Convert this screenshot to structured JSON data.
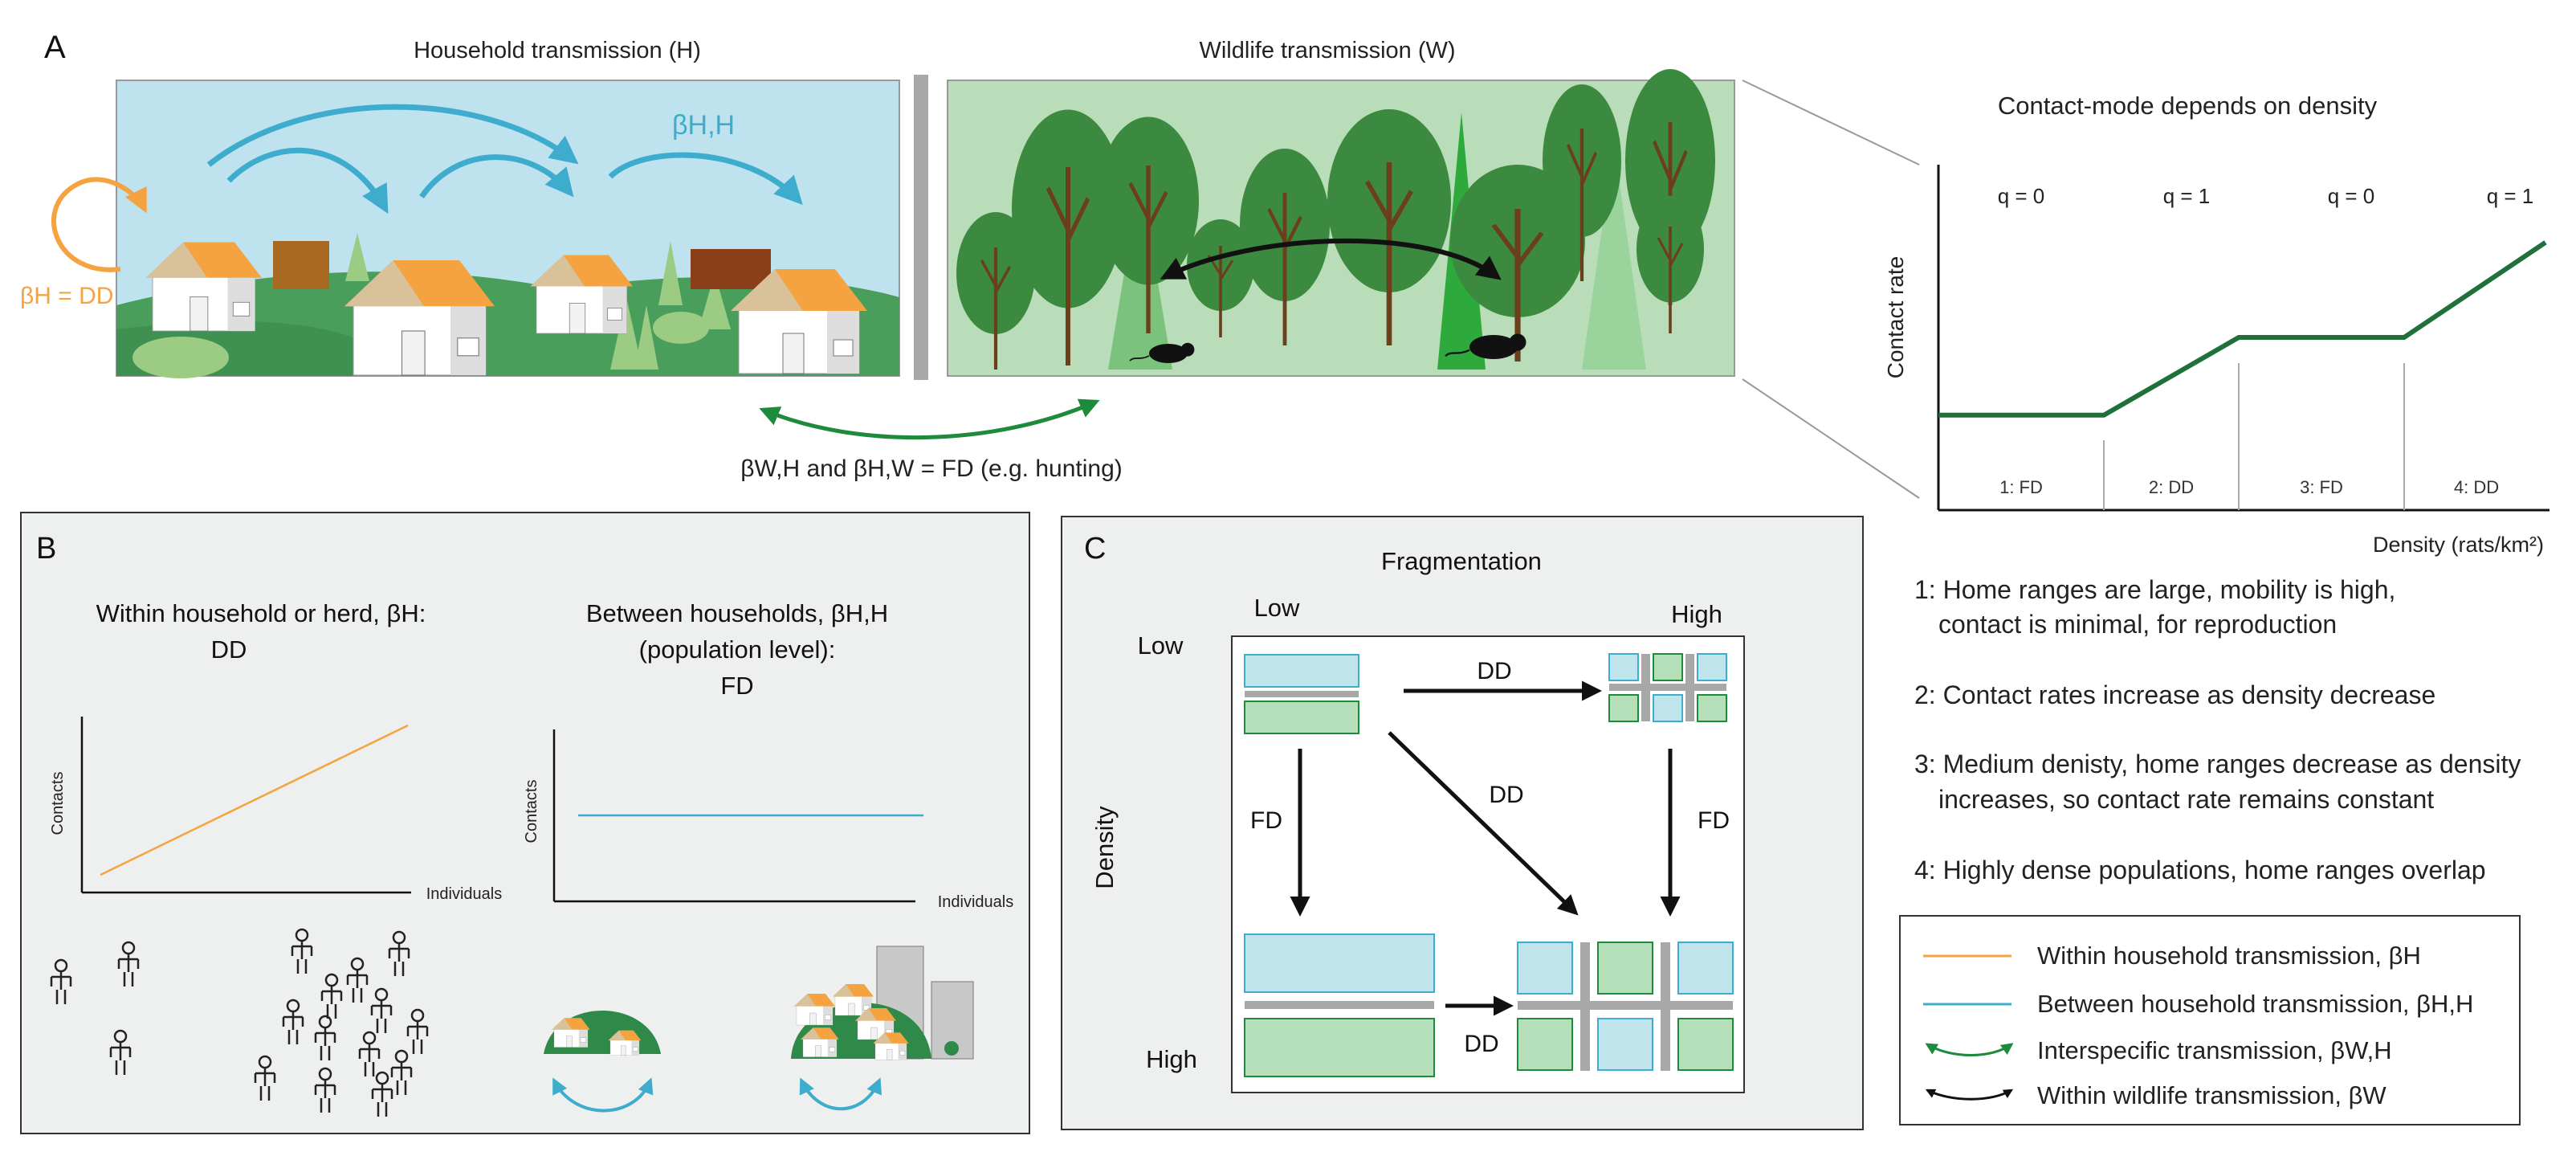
{
  "colors": {
    "orange": "#f4a340",
    "blue": "#3eaccc",
    "green": "#1e8a3c",
    "dark_green": "#20703a",
    "panel_bg": "#eef0ef",
    "sky": "#bfe3ee",
    "forest_bg": "#b9ddb8",
    "light_blue_fill": "#bfe4ec",
    "light_green_fill": "#b5dfb9"
  },
  "panel_a": {
    "label": "A",
    "household_title": "Household transmission (H)",
    "wildlife_title": "Wildlife transmission (W)",
    "beta_hh": "βH,H",
    "beta_h_dd": "βH = DD",
    "interspecific_caption": "βW,H and  βH,W = FD (e.g. hunting)",
    "chart_title": "Contact-mode depends on density",
    "q_labels": [
      "q = 0",
      "q = 1",
      "q = 0",
      "q = 1"
    ],
    "zone_labels": [
      "1: FD",
      "2: DD",
      "3: FD",
      "4: DD"
    ],
    "ylabel": "Contact rate",
    "xlabel": "Density (rats/km²)",
    "notes": [
      "1: Home ranges are large, mobility is high,",
      "contact is minimal, for reproduction",
      "2: Contact rates increase as density decrease",
      "3: Medium denisty, home ranges decrease as density",
      "increases, so contact rate remains constant",
      "4: Highly dense populations, home ranges overlap"
    ]
  },
  "legend": {
    "items": [
      "Within household transmission, βH",
      "Between household transmission, βH,H",
      "Interspecific transmission, βW,H",
      "Within wildlife transmission, βW"
    ]
  },
  "panel_b": {
    "label": "B",
    "left_title_1": "Within household or herd, βH:",
    "left_title_2": "DD",
    "right_title_1": "Between households, βH,H",
    "right_title_2": "(population level):",
    "right_title_3": "FD",
    "ylabel": "Contacts",
    "xlabel": "Individuals"
  },
  "panel_c": {
    "label": "C",
    "title": "Fragmentation",
    "col_low": "Low",
    "col_high": "High",
    "row_low": "Low",
    "row_high": "High",
    "row_axis": "Density",
    "arrow_top": "DD",
    "arrow_diag": "DD",
    "arrow_left": "FD",
    "arrow_right": "FD",
    "arrow_bottom": "DD"
  },
  "chart_data": [
    {
      "type": "line",
      "title": "Contact-mode depends on density",
      "xlabel": "Density (rats/km²)",
      "ylabel": "Contact rate",
      "categories": [
        "1: FD",
        "2: DD",
        "3: FD",
        "4: DD"
      ],
      "series": [
        {
          "values": [
            0.55,
            0.55,
            1.0,
            1.0,
            1.55
          ]
        }
      ]
    },
    {
      "type": "line",
      "xlabel": "Individuals",
      "ylabel": "Contacts",
      "series": [
        {
          "values": [
            0.1,
            0.95
          ]
        }
      ]
    },
    {
      "type": "line",
      "xlabel": "Individuals",
      "ylabel": "Contacts",
      "series": [
        {
          "values": [
            0.5,
            0.5
          ]
        }
      ]
    }
  ]
}
